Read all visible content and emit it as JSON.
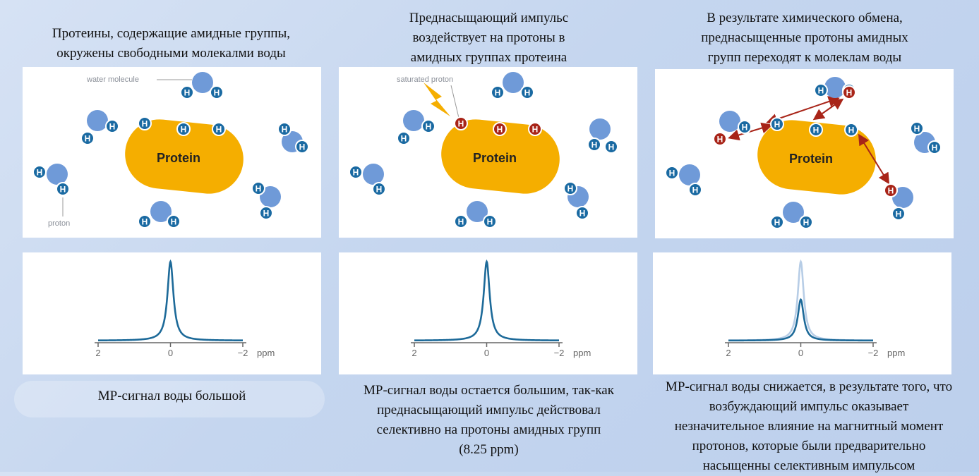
{
  "columns": [
    {
      "top_caption": [
        "Протеины, содержащие амидные группы,",
        "окружены свободными молекалми воды"
      ],
      "labels": {
        "water": "water molecule",
        "proton": "proton"
      },
      "protein_label": "Protein",
      "h_label": "H",
      "bottom_caption": [
        "МР-сигнал воды большой"
      ]
    },
    {
      "top_caption": [
        "Преднасыщающий импульс",
        "воздействует на протоны в",
        "амидных группах протеина"
      ],
      "labels": {
        "saturated": "saturated proton"
      },
      "protein_label": "Protein",
      "h_label": "H",
      "bottom_caption": [
        "МР-сигнал воды остается большим, так-как",
        "преднасыщающий импульс действовал",
        "селективно на протоны амидных групп",
        "(8.25 ppm)"
      ]
    },
    {
      "top_caption": [
        "В результате химического обмена,",
        "преднасыщенные протоны амидных",
        "групп переходят к молеклам воды"
      ],
      "protein_label": "Protein",
      "h_label": "H",
      "bottom_caption": [
        "МР-сигнал воды снижается, в результате того, что",
        "возбуждающий импульс оказывает",
        "незначительное влияние на магнитный момент",
        "протонов, которые были предварительно",
        "насыщенны селективным импульсом"
      ]
    }
  ],
  "spectra": [
    {
      "type": "line",
      "x_ticks": [
        "2",
        "0",
        "-2"
      ],
      "x_unit": "ppm",
      "xlim": [
        2,
        -2
      ],
      "series": [
        {
          "peak_height": 1.0,
          "width": 0.1,
          "color": "#1d6a99"
        }
      ]
    },
    {
      "type": "line",
      "x_ticks": [
        "2",
        "0",
        "-2"
      ],
      "x_unit": "ppm",
      "xlim": [
        2,
        -2
      ],
      "series": [
        {
          "peak_height": 1.0,
          "width": 0.1,
          "color": "#1d6a99"
        }
      ]
    },
    {
      "type": "line",
      "x_ticks": [
        "2",
        "0",
        "-2"
      ],
      "x_unit": "ppm",
      "xlim": [
        2,
        -2
      ],
      "series": [
        {
          "peak_height": 1.0,
          "width": 0.1,
          "color": "#b7cde6"
        },
        {
          "peak_height": 0.52,
          "width": 0.1,
          "color": "#1d6a99"
        }
      ]
    }
  ],
  "colors": {
    "protein": "#f5ae00",
    "water": "#6f9ad8",
    "h_blue": "#1a6aa2",
    "h_red": "#a82418",
    "arrow": "#a82418",
    "bolt": "#f5ae00"
  }
}
